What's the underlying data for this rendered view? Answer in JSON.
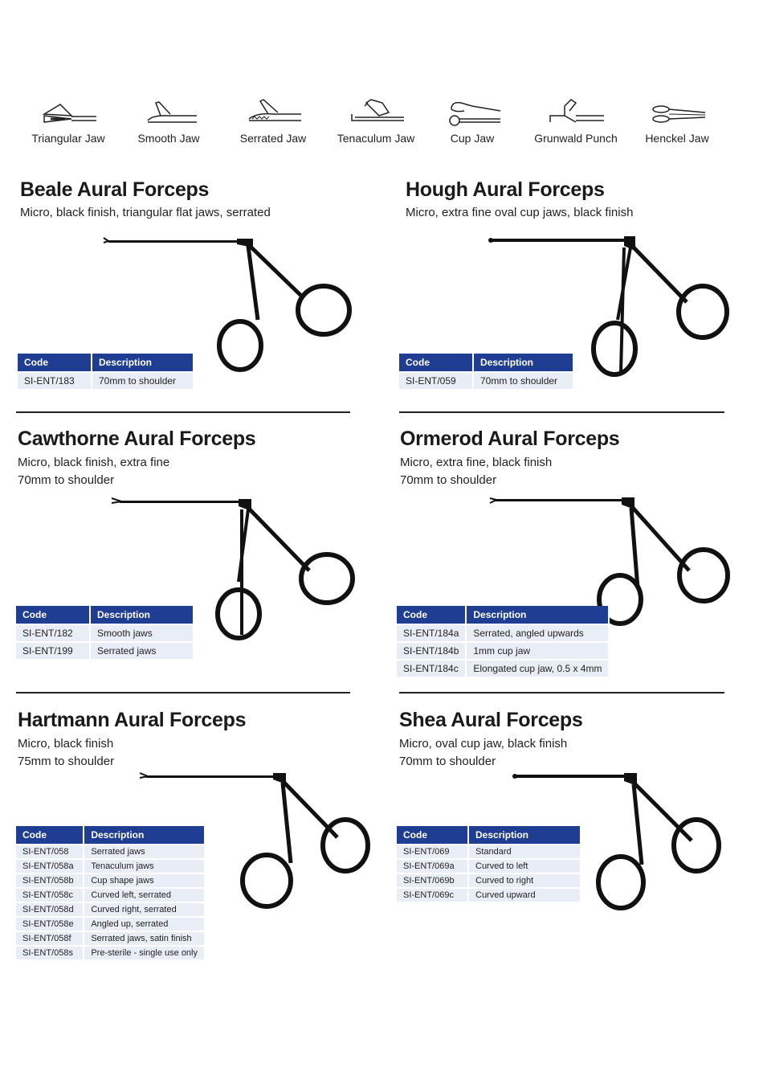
{
  "jaw_types": [
    {
      "label": "Triangular Jaw",
      "icon": "triangular-jaw-icon"
    },
    {
      "label": "Smooth Jaw",
      "icon": "smooth-jaw-icon"
    },
    {
      "label": "Serrated Jaw",
      "icon": "serrated-jaw-icon"
    },
    {
      "label": "Tenaculum Jaw",
      "icon": "tenaculum-jaw-icon"
    },
    {
      "label": "Cup Jaw",
      "icon": "cup-jaw-icon"
    },
    {
      "label": "Grunwald Punch",
      "icon": "grunwald-punch-icon"
    },
    {
      "label": "Henckel Jaw",
      "icon": "henckel-jaw-icon"
    }
  ],
  "table_headers": {
    "code": "Code",
    "description": "Description"
  },
  "products": [
    {
      "title": "Beale Aural Forceps",
      "lines": [
        "Micro, black finish, triangular flat jaws, serrated"
      ],
      "rows": [
        {
          "code": "SI-ENT/183",
          "description": "70mm to shoulder"
        }
      ]
    },
    {
      "title": "Hough Aural Forceps",
      "lines": [
        "Micro, extra fine oval cup jaws, black finish"
      ],
      "rows": [
        {
          "code": "SI-ENT/059",
          "description": "70mm to shoulder"
        }
      ]
    },
    {
      "title": "Cawthorne Aural Forceps",
      "lines": [
        "Micro, black finish, extra fine",
        "70mm to shoulder"
      ],
      "rows": [
        {
          "code": "SI-ENT/182",
          "description": "Smooth jaws"
        },
        {
          "code": "SI-ENT/199",
          "description": "Serrated jaws"
        }
      ]
    },
    {
      "title": "Ormerod Aural Forceps",
      "lines": [
        "Micro, extra fine, black finish",
        "70mm to shoulder"
      ],
      "rows": [
        {
          "code": "SI-ENT/184a",
          "description": "Serrated, angled upwards"
        },
        {
          "code": "SI-ENT/184b",
          "description": "1mm cup jaw"
        },
        {
          "code": "SI-ENT/184c",
          "description": "Elongated cup jaw, 0.5 x 4mm"
        }
      ]
    },
    {
      "title": "Hartmann Aural Forceps",
      "lines": [
        "Micro, black finish",
        "75mm to shoulder"
      ],
      "rows": [
        {
          "code": "SI-ENT/058",
          "description": "Serrated jaws"
        },
        {
          "code": "SI-ENT/058a",
          "description": "Tenaculum jaws"
        },
        {
          "code": "SI-ENT/058b",
          "description": "Cup shape jaws"
        },
        {
          "code": "SI-ENT/058c",
          "description": "Curved left, serrated"
        },
        {
          "code": "SI-ENT/058d",
          "description": "Curved right, serrated"
        },
        {
          "code": "SI-ENT/058e",
          "description": "Angled up, serrated"
        },
        {
          "code": "SI-ENT/058f",
          "description": "Serrated jaws, satin finish"
        },
        {
          "code": "SI-ENT/058s",
          "description": "Pre-sterile - single use only"
        }
      ]
    },
    {
      "title": "Shea Aural Forceps",
      "lines": [
        "Micro, oval cup jaw, black finish",
        "70mm to shoulder"
      ],
      "rows": [
        {
          "code": "SI-ENT/069",
          "description": "Standard"
        },
        {
          "code": "SI-ENT/069a",
          "description": "Curved to left"
        },
        {
          "code": "SI-ENT/069b",
          "description": "Curved to right"
        },
        {
          "code": "SI-ENT/069c",
          "description": "Curved upward"
        }
      ]
    }
  ]
}
